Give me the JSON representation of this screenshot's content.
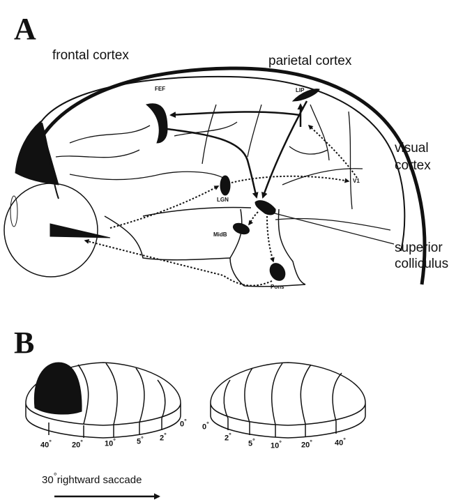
{
  "panel_a": {
    "letter": "A",
    "labels": {
      "frontal_cortex": "frontal cortex",
      "parietal_cortex": "parietal cortex",
      "visual_cortex_1": "visual",
      "visual_cortex_2": "cortex",
      "superior_colliculus_1": "superior",
      "superior_colliculus_2": "colliculus",
      "fef": "FEF",
      "lip": "LIP",
      "lgn": "LGN",
      "v1": "V1",
      "midb": "MidB",
      "pons": "Pons"
    }
  },
  "panel_b": {
    "letter": "B",
    "left_ticks": [
      "40",
      "20",
      "10",
      "5",
      "2",
      "0"
    ],
    "right_ticks": [
      "0",
      "2",
      "5",
      "10",
      "20",
      "40"
    ],
    "degree_symbol": "°",
    "saccade_number": "30",
    "saccade_text": "rightward saccade"
  },
  "colors": {
    "ink": "#111111",
    "background": "#ffffff"
  }
}
